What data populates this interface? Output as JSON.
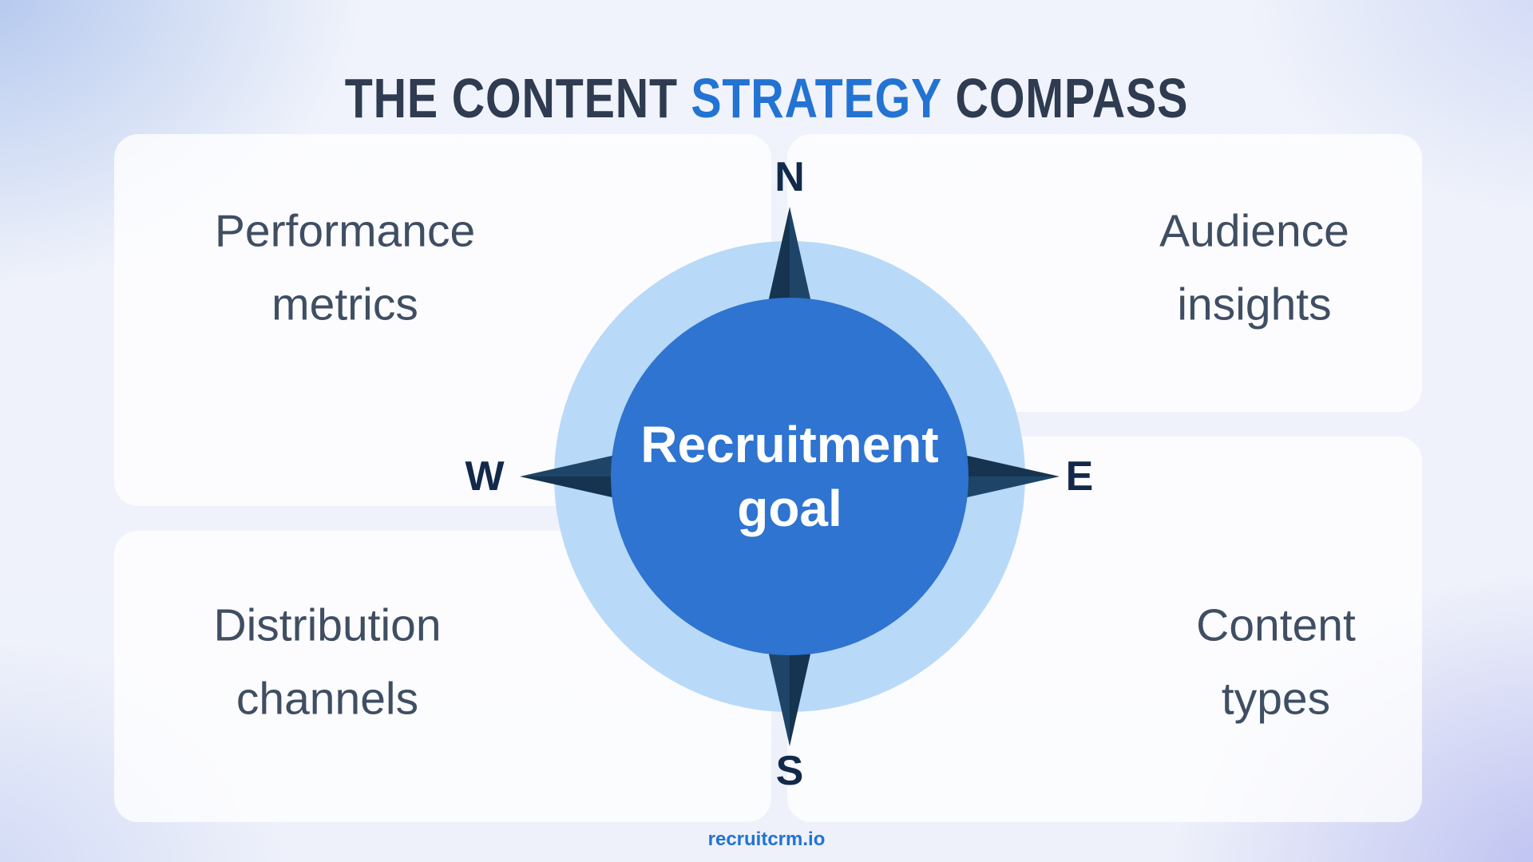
{
  "title": {
    "prefix": "THE CONTENT",
    "highlight": "STRATEGY",
    "suffix": "COMPASS"
  },
  "quadrants": [
    {
      "id": "north-west",
      "lines": [
        "Performance",
        "metrics"
      ]
    },
    {
      "id": "north-east",
      "lines": [
        "Audience",
        "insights"
      ]
    },
    {
      "id": "south-west",
      "lines": [
        "Distribution",
        "channels"
      ]
    },
    {
      "id": "south-east",
      "lines": [
        "Content",
        "types"
      ]
    }
  ],
  "compass": {
    "goal_lines": [
      "Recruitment",
      "goal"
    ],
    "directions": {
      "north": "N",
      "east": "E",
      "south": "S",
      "west": "W"
    }
  },
  "footer": {
    "text": "recruitcrm.io"
  },
  "colors": {
    "accent_blue": "#2273d2",
    "title_navy": "#2e3b50",
    "quadrant_text": "#3f4e63",
    "compass_ring": "#b9d9f8",
    "compass_core": "#2e74d0",
    "needle_dark": "#16344f",
    "needle_mid": "#1e4568",
    "direction_text": "#12294a"
  }
}
